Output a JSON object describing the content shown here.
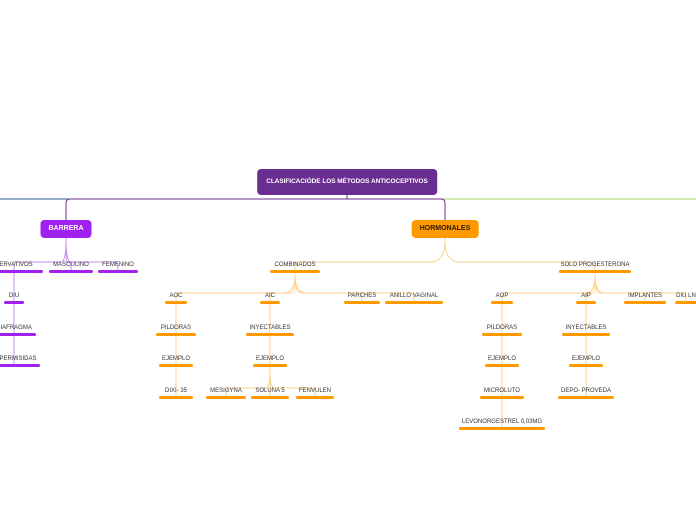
{
  "colors": {
    "root": "#6a2d91",
    "barrera": "#a020f0",
    "barrera_line": "#c58cf0",
    "hormonales": "#ff9900",
    "hormonales_line": "#ffd28a",
    "blue_line": "#2d5a9a",
    "green_line": "#a8d86a"
  },
  "root": {
    "label": "CLASIFICACIÓDE LOS MÉTODOS ANTICOCEPTIVOS"
  },
  "barrera": {
    "label": "BARRERA",
    "children": [
      "SERVATIVOS",
      "MASCULINO",
      "FEMENINO"
    ],
    "chain": [
      "DIU",
      "DIAFRAGMA",
      "ESPERMISIDAS"
    ]
  },
  "hormonales": {
    "label": "HORMONALES",
    "combinados": {
      "label": "COMBINADOS",
      "children": [
        "AOC",
        "AIC",
        "PARCHES",
        "ANILLO VAGINAL"
      ],
      "aoc_chain": [
        "PILDORAS",
        "EJEMPLO",
        "DIXI- 35"
      ],
      "aic_chain": [
        "INYECTABLES",
        "EJEMPLO"
      ],
      "aic_examples": [
        "MESIGYNA",
        "SOLUNA 5",
        "FENVULEN"
      ]
    },
    "solo": {
      "label": "SOLO PROGESTERONA",
      "children": [
        "AOP",
        "AIP",
        "IMPLANTES",
        "DIU LN"
      ],
      "aop_chain": [
        "PILDORAS",
        "EJEMPLO",
        "MICROLUTO",
        "LEVONORGESTREL 0,03MG"
      ],
      "aip_chain": [
        "INYECTABLES",
        "EJEMPLO",
        "DEPO- PROVEDA"
      ]
    }
  }
}
